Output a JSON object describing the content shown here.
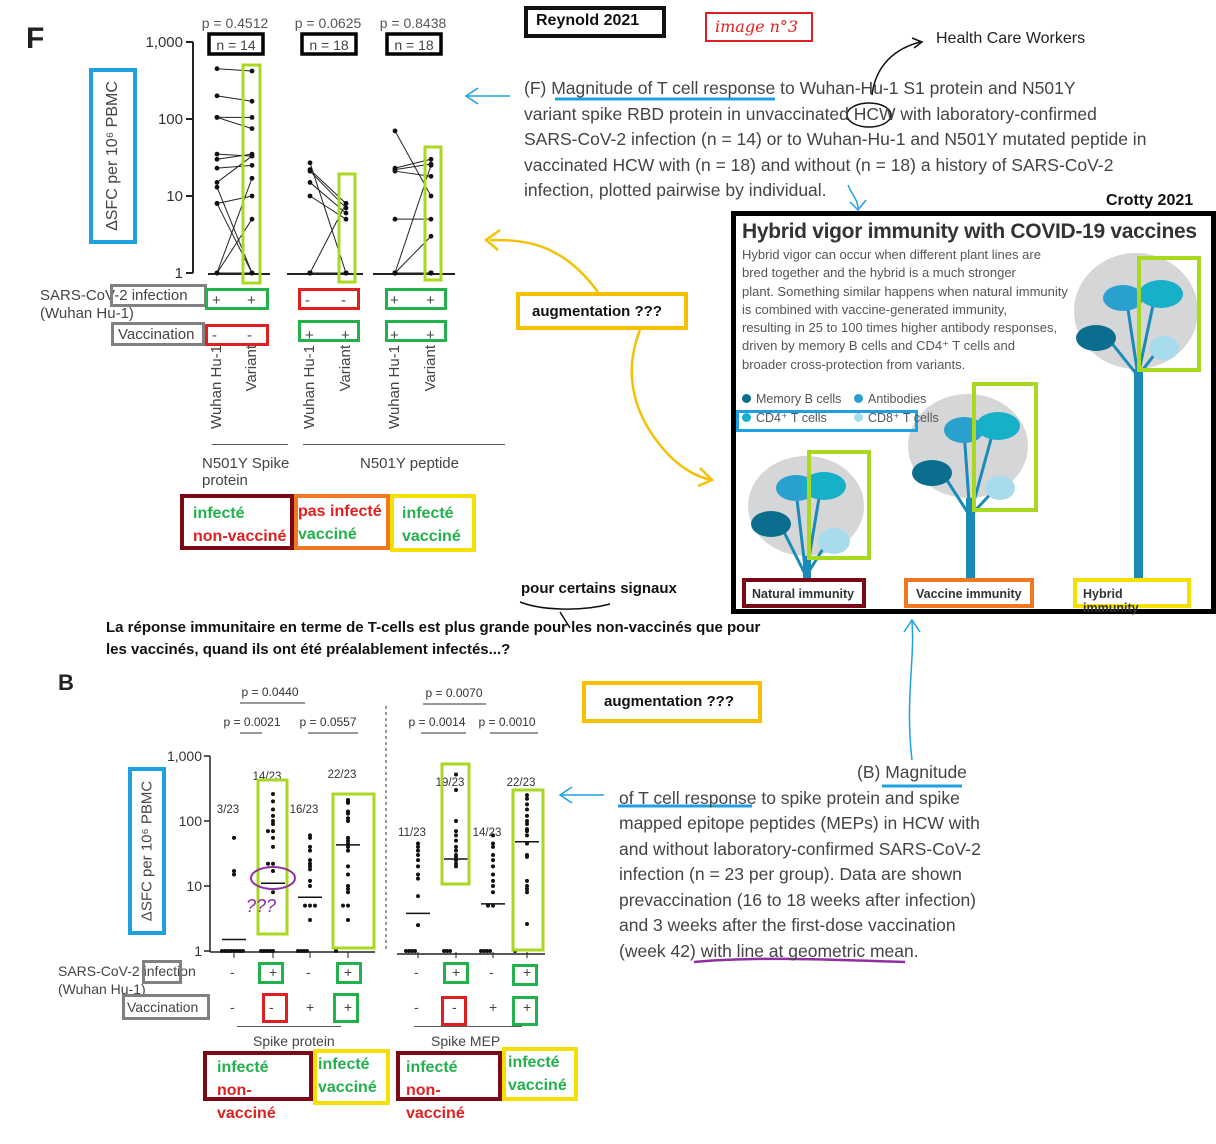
{
  "panelF": {
    "letter": "F",
    "pvalues": [
      "p = 0.4512",
      "p = 0.0625",
      "p = 0.8438"
    ],
    "ns": [
      "n = 14",
      "n = 18",
      "n = 18"
    ],
    "ylabel": "ΔSFC per 10⁶ PBMC",
    "yticks": [
      "1,000",
      "100",
      "10",
      "1"
    ],
    "row_infection": "SARS-CoV-2 infection",
    "row_strain": "(Wuhan Hu-1)",
    "row_vaccination": "Vaccination",
    "infection_signs": [
      "+",
      "+",
      "-",
      "-",
      "+",
      "+"
    ],
    "vaccination_signs": [
      "-",
      "-",
      "+",
      "+",
      "+",
      "+"
    ],
    "xlabels": [
      "Wuhan Hu-1",
      "Variant",
      "Wuhan Hu-1",
      "Variant",
      "Wuhan Hu-1",
      "Variant"
    ],
    "group1": "N501Y Spike protein",
    "group2": "N501Y peptide"
  },
  "chart_data": [
    {
      "type": "scatter",
      "title": "",
      "ylabel": "ΔSFC per 10⁶ PBMC",
      "yscale": "log",
      "ylim": [
        1,
        1000
      ],
      "categories": [
        "Wuhan Hu-1",
        "Variant",
        "Wuhan Hu-1",
        "Variant",
        "Wuhan Hu-1",
        "Variant"
      ],
      "paired_groups": [
        {
          "n": 14,
          "p": 0.4512,
          "pairs": [
            [
              450,
              420
            ],
            [
              200,
              170
            ],
            [
              105,
              105
            ],
            [
              105,
              75
            ],
            [
              35,
              33
            ],
            [
              30,
              35
            ],
            [
              23,
              25
            ],
            [
              15,
              33
            ],
            [
              13,
              1
            ],
            [
              8,
              10
            ],
            [
              8,
              1
            ],
            [
              1,
              17
            ],
            [
              1,
              5
            ],
            [
              1,
              1
            ]
          ]
        },
        {
          "n": 18,
          "p": 0.0625,
          "pairs": [
            [
              27,
              1
            ],
            [
              22,
              8
            ],
            [
              21,
              7
            ],
            [
              15,
              6
            ],
            [
              10,
              5
            ],
            [
              1,
              8
            ],
            [
              1,
              1
            ],
            [
              1,
              1
            ],
            [
              1,
              1
            ],
            [
              1,
              1
            ],
            [
              1,
              1
            ],
            [
              1,
              1
            ],
            [
              1,
              1
            ],
            [
              1,
              1
            ],
            [
              1,
              1
            ],
            [
              1,
              1
            ],
            [
              1,
              1
            ],
            [
              1,
              1
            ]
          ]
        },
        {
          "n": 18,
          "p": 0.8438,
          "pairs": [
            [
              70,
              10
            ],
            [
              23,
              30
            ],
            [
              22,
              26
            ],
            [
              21,
              18
            ],
            [
              5,
              5
            ],
            [
              1,
              25
            ],
            [
              1,
              3
            ],
            [
              1,
              1
            ],
            [
              1,
              1
            ],
            [
              1,
              1
            ],
            [
              1,
              1
            ],
            [
              1,
              1
            ],
            [
              1,
              1
            ],
            [
              1,
              1
            ],
            [
              1,
              1
            ],
            [
              1,
              1
            ],
            [
              1,
              1
            ],
            [
              1,
              1
            ]
          ]
        }
      ]
    },
    {
      "type": "scatter",
      "title": "",
      "ylabel": "ΔSFC per 10⁶ PBMC",
      "yscale": "log",
      "ylim": [
        1,
        1000
      ],
      "columns": [
        {
          "fraction": "3/23",
          "mean": 1.5,
          "values": [
            55,
            17,
            15,
            1,
            1,
            1,
            1,
            1,
            1,
            1,
            1
          ]
        },
        {
          "fraction": "14/23",
          "mean": 11,
          "values": [
            260,
            200,
            150,
            120,
            100,
            90,
            70,
            70,
            55,
            40,
            22,
            22,
            17,
            8,
            1,
            1,
            1,
            1,
            1
          ]
        },
        {
          "fraction": "16/23",
          "mean": 6.7,
          "values": [
            60,
            55,
            40,
            35,
            25,
            22,
            20,
            18,
            12,
            10,
            5,
            5,
            5,
            3,
            1,
            1,
            1,
            1
          ]
        },
        {
          "fraction": "22/23",
          "mean": 43,
          "values": [
            210,
            200,
            190,
            140,
            130,
            110,
            100,
            55,
            50,
            45,
            40,
            35,
            20,
            15,
            10,
            9,
            8,
            5,
            5,
            3,
            1
          ]
        },
        {
          "fraction": "11/23",
          "mean": 3.8,
          "values": [
            45,
            40,
            35,
            30,
            25,
            20,
            15,
            13,
            7,
            2.5,
            1,
            1,
            1,
            1
          ]
        },
        {
          "fraction": "19/23",
          "mean": 26,
          "values": [
            520,
            300,
            100,
            70,
            60,
            50,
            40,
            35,
            30,
            28,
            25,
            22,
            20,
            1,
            1,
            1
          ]
        },
        {
          "fraction": "14/23",
          "mean": 5.3,
          "values": [
            60,
            45,
            40,
            30,
            25,
            20,
            15,
            12,
            10,
            8,
            5,
            5,
            1,
            1,
            1,
            1
          ]
        },
        {
          "fraction": "22/23",
          "mean": 48,
          "values": [
            250,
            220,
            180,
            150,
            120,
            100,
            90,
            75,
            70,
            60,
            45,
            30,
            28,
            12,
            10,
            9,
            8,
            2.6,
            1
          ]
        }
      ],
      "pvalues": [
        {
          "label": "p = 0.0440"
        },
        {
          "label": "p = 0.0021"
        },
        {
          "label": "p = 0.0557"
        },
        {
          "label": "p = 0.0070"
        },
        {
          "label": "p = 0.0014"
        },
        {
          "label": "p = 0.0010"
        }
      ]
    }
  ],
  "panelB": {
    "letter": "B",
    "yticks": [
      "1,000",
      "100",
      "10",
      "1"
    ],
    "ylabel": "ΔSFC per 10⁶ PBMC",
    "pvalues": [
      "p = 0.0440",
      "p = 0.0021",
      "p = 0.0557",
      "p = 0.0070",
      "p = 0.0014",
      "p = 0.0010"
    ],
    "fractions": [
      "3/23",
      "14/23",
      "16/23",
      "22/23",
      "11/23",
      "19/23",
      "14/23",
      "22/23"
    ],
    "row_infection": "SARS-CoV-2 infection",
    "row_strain": "(Wuhan Hu-1)",
    "row_vaccination": "Vaccination",
    "infection_signs": [
      "-",
      "+",
      "-",
      "+",
      "-",
      "+",
      "-",
      "+"
    ],
    "vaccination_signs": [
      "-",
      "-",
      "+",
      "+",
      "-",
      "-",
      "+",
      "+"
    ],
    "group1": "Spike protein",
    "group2": "Spike MEP",
    "question_marks": "???"
  },
  "annotations": {
    "reynold": "Reynold 2021",
    "image_no": "image n°3",
    "hcw": "Health Care Workers",
    "crotty": "Crotty 2021",
    "augmentation": "augmentation ???",
    "signaux": "pour certains signaux",
    "question_line1": "La réponse immunitaire en terme de T-cells est plus grande pour les non-vaccinés que pour",
    "question_line2": "les vaccinés, quand ils ont été préalablement infectés...?",
    "infecte": "infecté",
    "non_vaccine": "non-vacciné",
    "pas_infecte": "pas infecté",
    "vaccine": "vacciné"
  },
  "captionF": {
    "lines": [
      "(F) Magnitude of T cell response to Wuhan-Hu-1 S1 protein and N501Y",
      "variant spike RBD protein in unvaccinated HCW with laboratory-confirmed",
      "SARS-CoV-2 infection (n = 14) or to Wuhan-Hu-1 and N501Y mutated peptide in",
      "vaccinated HCW with (n = 18) and without (n = 18) a history of SARS-CoV-2",
      "infection, plotted pairwise by individual."
    ]
  },
  "captionB": {
    "lines": [
      "(B) Magnitude",
      "of T cell response to spike protein and spike",
      "mapped epitope peptides (MEPs) in HCW with",
      "and without laboratory-confirmed SARS-CoV-2",
      "infection (n = 23 per group). Data are shown",
      "prevaccination (16 to 18 weeks after infection)",
      "and 3 weeks after the first-dose vaccination",
      "(week 42) with line at geometric mean."
    ]
  },
  "crotty": {
    "title": "Hybrid vigor immunity with COVID-19 vaccines",
    "body": [
      "Hybrid vigor can occur when different plant lines are",
      "bred together and the hybrid is a much stronger",
      "plant. Something similar happens when natural immunity",
      "is combined with vaccine-generated immunity,",
      "resulting in 25 to 100 times higher antibody responses,",
      "driven by memory B cells and CD4⁺ T cells and",
      "broader cross-protection from variants."
    ],
    "legend": [
      {
        "label": "Memory B cells",
        "color": "#0b6e8f"
      },
      {
        "label": "Antibodies",
        "color": "#2aa0cf"
      },
      {
        "label": "CD4⁺ T cells",
        "color": "#16b0c8"
      },
      {
        "label": "CD8⁺ T cells",
        "color": "#a8dcec"
      }
    ],
    "trees": [
      "Natural immunity",
      "Vaccine immunity",
      "Hybrid immunity"
    ]
  }
}
